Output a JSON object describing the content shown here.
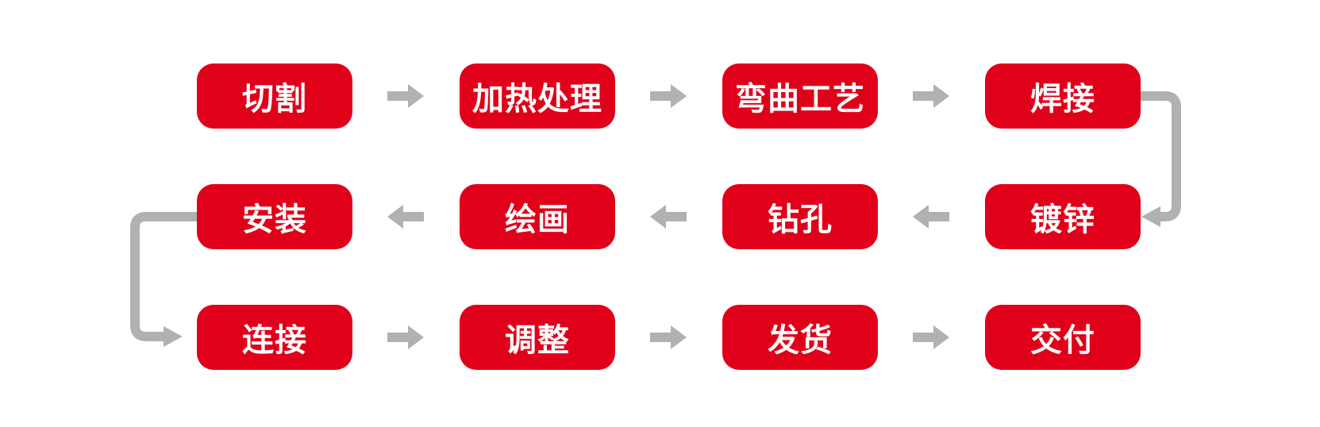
{
  "colors": {
    "box_red": "#e00019",
    "arrow_gray": "#b1b1b1",
    "canvas_bg": "#ffffff"
  },
  "flow": {
    "rows": [
      {
        "flow_direction": "left-to-right",
        "steps": [
          "切割",
          "加热处理",
          "弯曲工艺",
          "焊接"
        ]
      },
      {
        "flow_direction": "right-to-left",
        "steps": [
          "安装",
          "绘画",
          "钻孔",
          "镀锌"
        ]
      },
      {
        "flow_direction": "left-to-right",
        "steps": [
          "连接",
          "调整",
          "发货",
          "交付"
        ]
      }
    ],
    "sequence": [
      "切割",
      "加热处理",
      "弯曲工艺",
      "焊接",
      "镀锌",
      "钻孔",
      "绘画",
      "安装",
      "连接",
      "调整",
      "发货",
      "交付"
    ],
    "connectors": {
      "row1_to_row2": {
        "from": "焊接",
        "to": "镀锌",
        "shape": "elbow-down-left-arrow",
        "side": "right"
      },
      "row2_to_row3": {
        "from": "安装",
        "to": "连接",
        "shape": "elbow-down-right-arrow",
        "side": "left"
      }
    }
  }
}
